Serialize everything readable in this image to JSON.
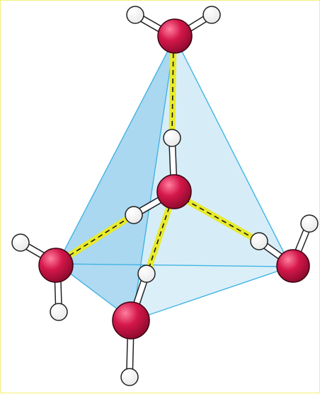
{
  "diagram": {
    "kind": "tetrahedral hydrogen bonding of water molecules",
    "molecule_count": 5,
    "hydrogen_bond_count": 4,
    "colors": {
      "background": "#ffffff",
      "border": "#f4ef7a",
      "oxygen": "#d4174a",
      "hydrogen": "#ffffff",
      "hydrogen_bond": "#e8ea2c",
      "tetrahedron_face": "#bfe1f3",
      "tetrahedron_edge": "#42b4e3"
    }
  }
}
